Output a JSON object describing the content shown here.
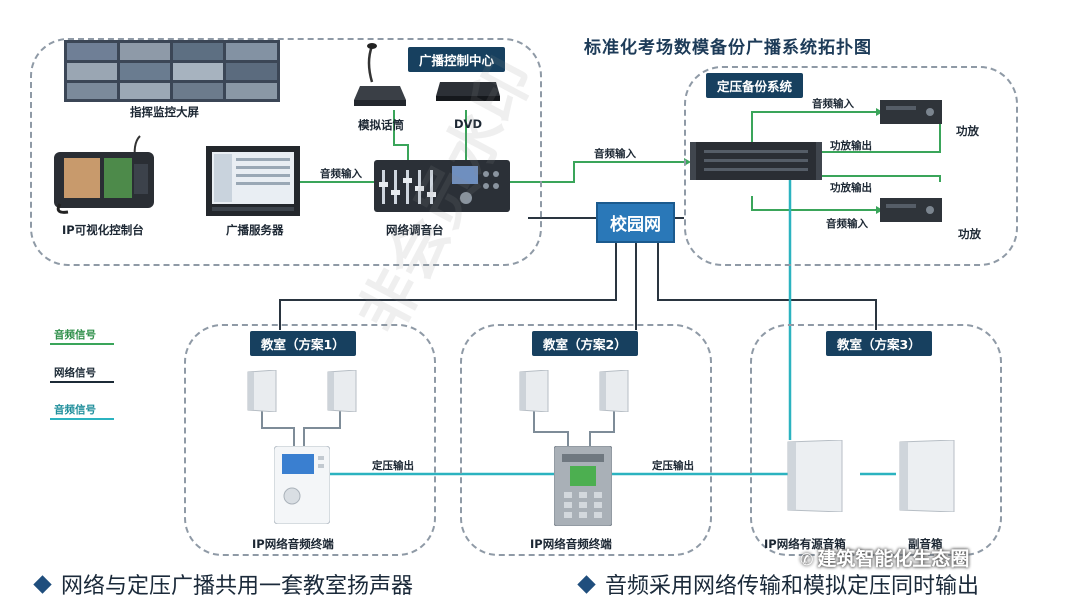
{
  "title": "标准化考场数模备份广播系统拓扑图",
  "zones": {
    "control_center": "广播控制中心",
    "fixed_voltage": "定压备份系统",
    "classroom1": "教室（方案1）",
    "classroom2": "教室（方案2）",
    "classroom3": "教室（方案3）"
  },
  "devices": {
    "monitor_screen": "指挥监控大屏",
    "paging_mic": "模拟话筒",
    "dvd": "DVD",
    "ip_console": "IP可视化控制台",
    "server": "广播服务器",
    "mixer": "网络调音台",
    "amp1": "功放",
    "amp2": "功放",
    "campus_net": "校园网",
    "terminal1": "IP网络音频终端",
    "terminal2": "IP网络音频终端",
    "active_speaker": "IP网络有源音箱",
    "passive_speaker": "副音箱"
  },
  "signals": {
    "audio_in_mixer": "音频输入",
    "audio_in_backup": "音频输入",
    "audio_in_amp1": "音频输入",
    "audio_in_amp2": "音频输入",
    "amp_out1": "功放输出",
    "amp_out2": "功放输出",
    "fixed_out1": "定压输出",
    "fixed_out2": "定压输出"
  },
  "legend": {
    "audio_signal_green": "音频信号",
    "network_signal": "网络信号",
    "audio_signal_teal": "音频信号",
    "colors": {
      "green": "#3aa55a",
      "network": "#1c2a36",
      "teal": "#2bb3c0"
    }
  },
  "watermark": "非会员水印",
  "wechat_label": "建筑智能化生态圈",
  "bottom_notes": {
    "left": "网络与定压广播共用一套教室扬声器",
    "right": "音频采用网络传输和模拟定压同时输出"
  }
}
